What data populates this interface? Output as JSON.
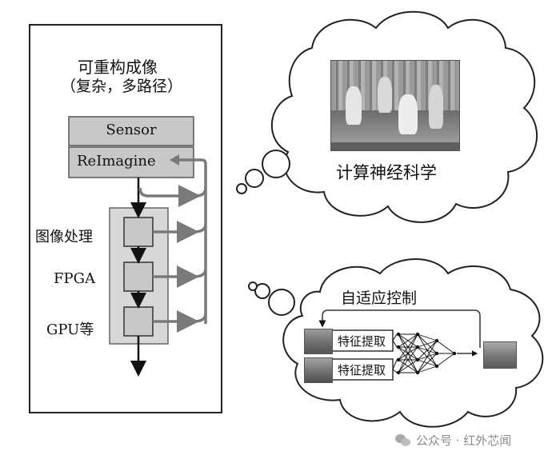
{
  "left_panel": {
    "title_line1": "可重构成像",
    "title_line2": "（复杂，多路径）",
    "sensor_label": "Sensor",
    "reimagine_label": "ReImagine",
    "stage_labels": [
      "图像处理",
      "FPGA",
      "GPU等"
    ]
  },
  "cloud_top": {
    "caption": "计算神经科学",
    "image_icon": "dogs-photo"
  },
  "cloud_bottom": {
    "title": "自适应控制",
    "feature_labels": [
      "特征提取",
      "特征提取"
    ],
    "network_icon": "neural-network",
    "output_icon": "output-photo"
  },
  "watermark": {
    "text": "公众号 · 红外芯闻"
  },
  "colors": {
    "box_fill": "#c8c8c8",
    "arrow_gray": "#7a7a7a",
    "border": "#222222"
  }
}
